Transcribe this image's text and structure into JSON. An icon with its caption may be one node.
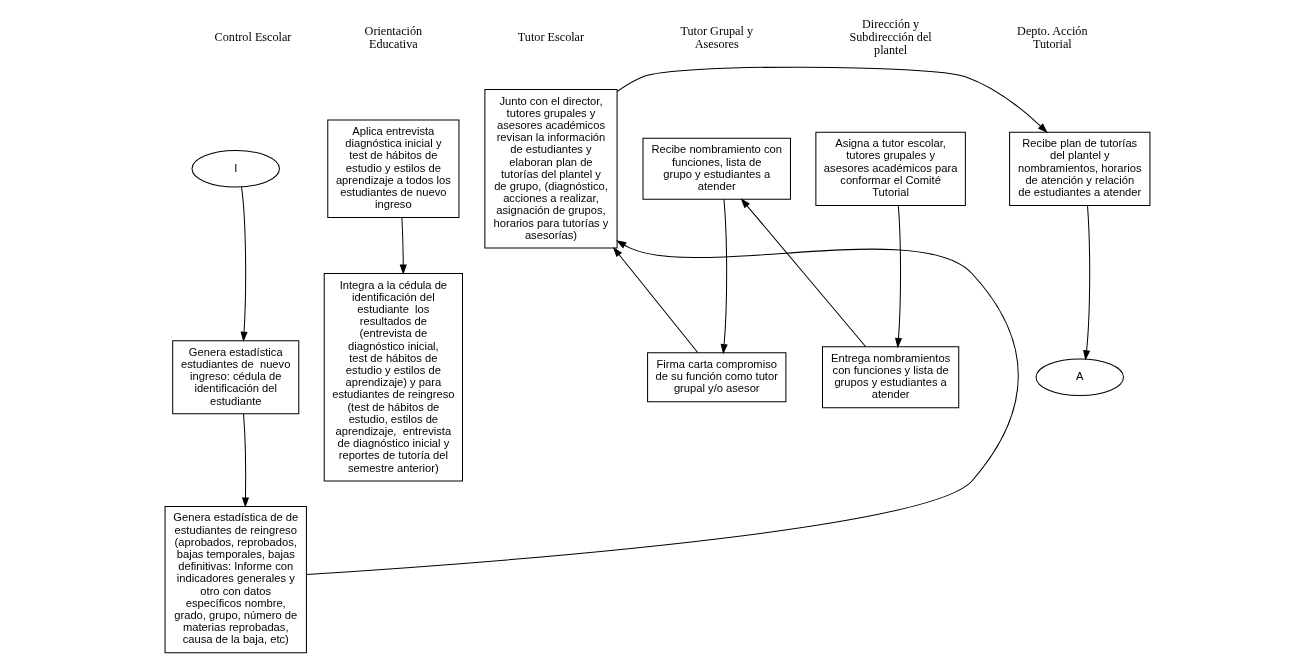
{
  "diagram": {
    "nodes": [
      {
        "text": [
          "I"
        ]
      },
      {
        "text": [
          "Genera estadística estudiantes de  nuevo ingreso: cédula de identificación del estudiante"
        ]
      },
      {
        "text": [
          "Genera estadística de de estudiantes de reingreso (aprobados, reprobados, bajas temporales, bajas definitivas: Informe con indicadores generales y otro con datos específicos nombre,  grado, grupo, número de materias reprobadas, causa de la baja, etc)"
        ]
      },
      {
        "text": [
          "Aplica entrevista diagnóstica inicial y test de hábitos de estudio y estilos de aprendizaje a todos los estudiantes de nuevo ingreso"
        ]
      },
      {
        "text": [
          "Integra a la cédula de identificación del estudiante  los  resultados de  (entrevista de diagnóstico inicial, test de hábitos de estudio y estilos de aprendizaje) y para estudiantes de reingreso (test de hábitos de estudio, estilos de aprendizaje,  entrevista de diagnóstico inicial y reportes de tutoría del semestre anterior)"
        ]
      },
      {
        "text": [
          "Junto con el director, tutores grupales y asesores académicos revisan la información de estudiantes y elaboran plan de tutorías del plantel y de grupo, (diagnóstico, acciones a realizar, asignación de grupos, horarios para tutorías y asesorías)"
        ]
      },
      {
        "text": [
          "Asigna a tutor escolar, tutores grupales y asesores académicos para conformar el Comité Tutorial"
        ]
      },
      {
        "text": [
          "Recibe nombramiento con funciones, lista de  grupo y estudiantes a atender"
        ]
      },
      {
        "text": [
          "Entrega nombramientos con funciones y lista de  grupos y estudiantes a atender"
        ]
      },
      {
        "text": [
          "Firma carta compromiso de su función como tutor grupal y/o asesor"
        ]
      },
      {
        "text": [
          "Recibe plan de tutorías del plantel y nombramientos, horarios de atención y relación de estudiantes a atender"
        ]
      },
      {
        "text": [
          "A"
        ]
      }
    ],
    "edges": [
      {
        "from": 0,
        "to": 1,
        "arrow": "to"
      },
      {
        "from": 1,
        "to": 2,
        "arrow": "to"
      },
      {
        "from": 3,
        "to": 4,
        "arrow": "to"
      },
      {
        "from": 2,
        "to": 5,
        "arrow": "to"
      },
      {
        "from": 6,
        "to": 8,
        "arrow": "to"
      },
      {
        "from": 8,
        "to": 7,
        "arrow": "to"
      },
      {
        "from": 7,
        "to": 9,
        "arrow": "to"
      },
      {
        "from": 9,
        "to": 5,
        "arrow": "to"
      },
      {
        "from": 5,
        "to": 10,
        "arrow": "to"
      },
      {
        "from": 10,
        "to": 11,
        "arrow": "to"
      }
    ],
    "labels": [
      "Control Escolar",
      "Orientación Educativa",
      "Tutor Escolar",
      "Tutor Grupal y Asesores",
      "Dirección y Subdirección del plantel",
      "Depto. Acción Tutorial"
    ]
  }
}
